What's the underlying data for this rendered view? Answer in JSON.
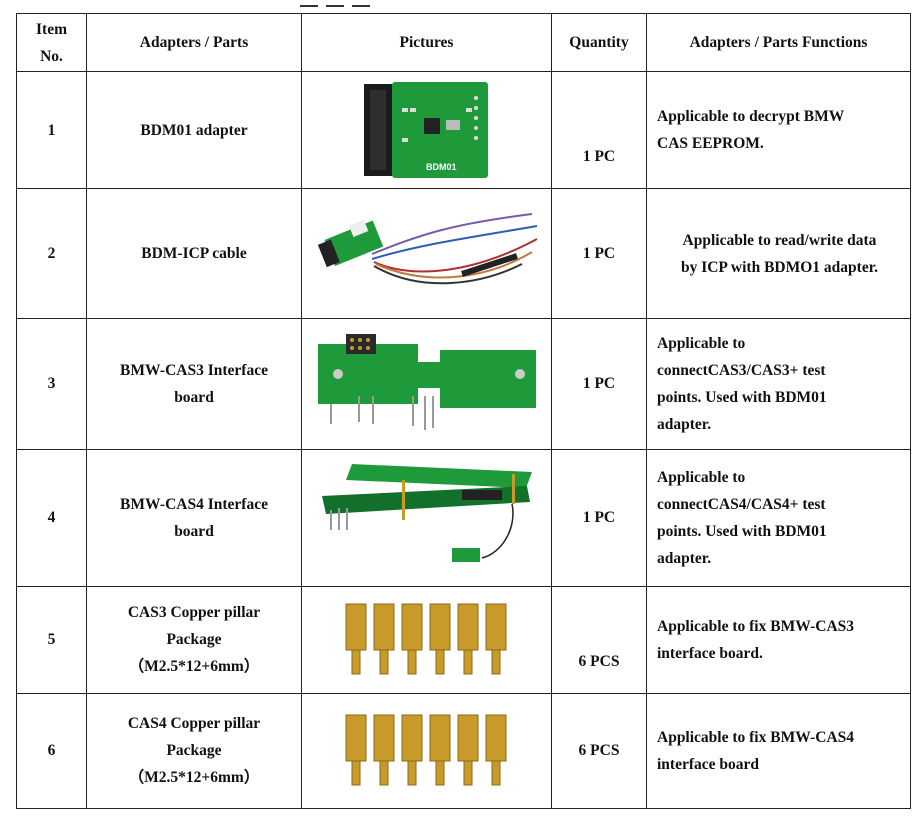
{
  "headers": {
    "item_line1": "Item",
    "item_line2": "No.",
    "parts": "Adapters / Parts",
    "pictures": "Pictures",
    "quantity": "Quantity",
    "functions": "Adapters / Parts Functions"
  },
  "rows": [
    {
      "no": "1",
      "part": [
        "BDM01 adapter"
      ],
      "qty": "1 PC",
      "func": [
        "Applicable to decrypt BMW",
        "CAS EEPROM."
      ],
      "pcb_label": "BDM01"
    },
    {
      "no": "2",
      "part": [
        "BDM-ICP cable"
      ],
      "qty": "1 PC",
      "func": [
        "Applicable to read/write data",
        "by ICP with BDMO1 adapter."
      ]
    },
    {
      "no": "3",
      "part": [
        "BMW-CAS3 Interface",
        "board"
      ],
      "qty": "1 PC",
      "func": [
        "Applicable to",
        "connectCAS3/CAS3+ test",
        "points. Used with BDM01",
        "adapter."
      ]
    },
    {
      "no": "4",
      "part": [
        "BMW-CAS4 Interface",
        "board"
      ],
      "qty": "1 PC",
      "func": [
        "Applicable to",
        "connectCAS4/CAS4+ test",
        "points. Used with BDM01",
        "adapter."
      ]
    },
    {
      "no": "5",
      "part": [
        "CAS3 Copper pillar",
        "Package",
        "（M2.5*12+6mm）"
      ],
      "qty": "6 PCS",
      "func": [
        "Applicable to fix BMW-CAS3",
        "interface board."
      ]
    },
    {
      "no": "6",
      "part": [
        "CAS4 Copper pillar",
        "Package",
        "（M2.5*12+6mm）"
      ],
      "qty": "6 PCS",
      "func": [
        "Applicable to fix BMW-CAS4",
        "interface board"
      ]
    }
  ],
  "colors": {
    "pcb_green": "#1f9a3a",
    "pcb_dark": "#13702a",
    "brass": "#c89a2a",
    "header_black": "#1a1a1a"
  }
}
